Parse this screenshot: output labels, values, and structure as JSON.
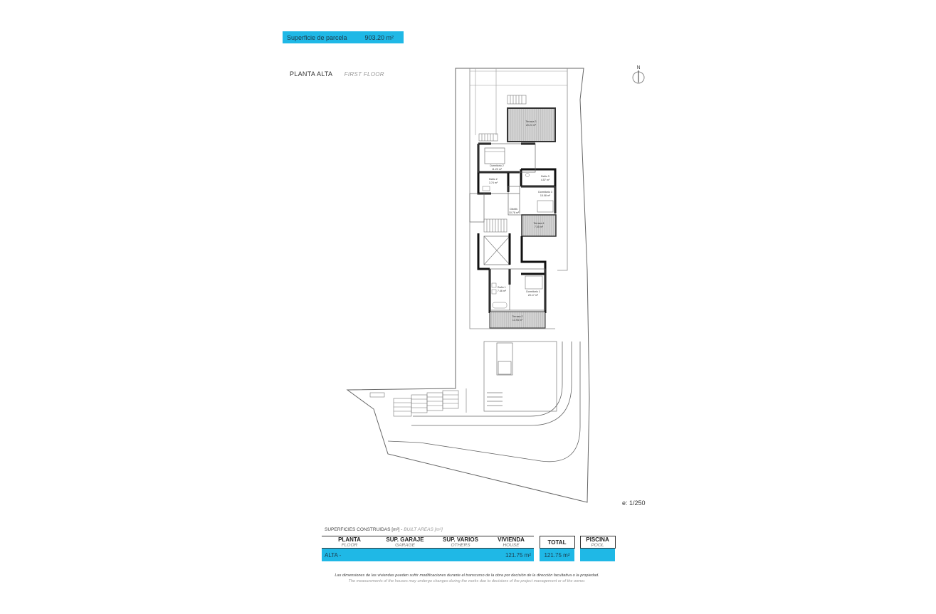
{
  "colors": {
    "accent": "#1fb8e6",
    "wall": "#111111",
    "line": "#555555",
    "terrace_fill": "#cfcfcf"
  },
  "plot": {
    "label": "Superficie de parcela",
    "value": "903.20 m²"
  },
  "floor": {
    "name": "PLANTA ALTA",
    "name_en": "FIRST FLOOR"
  },
  "north_label": "N",
  "scale": "e: 1/250",
  "rooms": [
    {
      "name": "Terraza 3",
      "area": "20.24 m²"
    },
    {
      "name": "Dormitorio 2",
      "area": "11.20 m²"
    },
    {
      "name": "Baño 2",
      "area": "3.74 m²"
    },
    {
      "name": "Baño 3",
      "area": "4.57 m²"
    },
    {
      "name": "Dormitorio 3",
      "area": "15.08 m²"
    },
    {
      "name": "Distrib.",
      "area": "10.78 m²"
    },
    {
      "name": "Terraza 4",
      "area": "7.05 m²"
    },
    {
      "name": "Baño 1",
      "area": "7.46 m²"
    },
    {
      "name": "Dormitorio 1",
      "area": "20.17 m²"
    },
    {
      "name": "Terraza 2",
      "area": "13.94 m²"
    }
  ],
  "areas": {
    "title": "SUPERFICIES CONSTRUIDAS [m²] -",
    "title_en": "BUILT AREAS [m²]",
    "headers": [
      {
        "label": "PLANTA",
        "sub": "FLOOR"
      },
      {
        "label": "SUP. GARAJE",
        "sub": "GARAGE"
      },
      {
        "label": "SUP. VARIOS",
        "sub": "OTHERS"
      },
      {
        "label": "VIVIENDA",
        "sub": "HOUSE"
      },
      {
        "label": "TOTAL",
        "sub": ""
      },
      {
        "label": "PISCINA",
        "sub": "POOL"
      }
    ],
    "row": {
      "floor": "ALTA -",
      "garage": "",
      "others": "",
      "house": "121.75 m²",
      "total": "121.75 m²",
      "pool": ""
    }
  },
  "disclaimer": {
    "es": "Las dimensiones de las viviendas pueden sufrir modificaciones durante el transcurso de la obra por decisión de la dirección facultativa o la propiedad.",
    "en": "The measurements of the houses may undergo changes during the works due to decisions of the project management or of the owner."
  }
}
